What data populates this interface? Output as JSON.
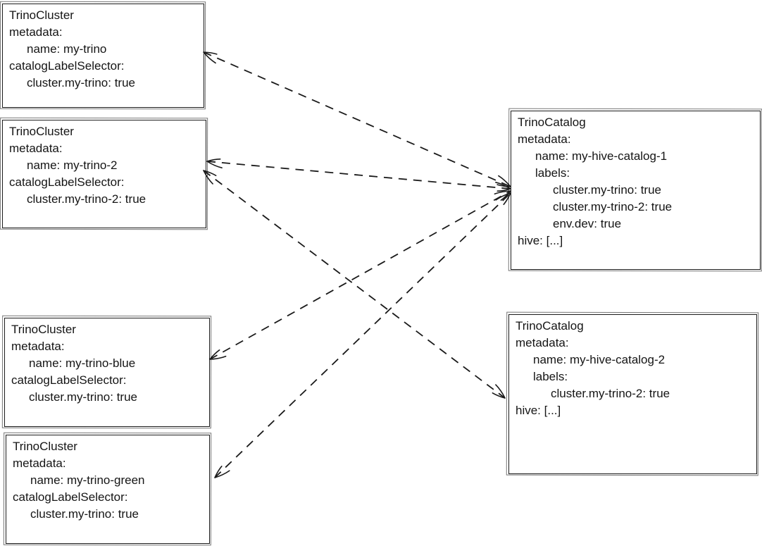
{
  "diagram": {
    "colors": {
      "background": "#ffffff",
      "ink": "#1a1a1a"
    },
    "boxes": [
      {
        "id": "cluster-my-trino",
        "kind": "TrinoCluster",
        "lines": [
          {
            "t": "TrinoCluster",
            "indent": 0
          },
          {
            "t": "metadata:",
            "indent": 0
          },
          {
            "t": "name: my-trino",
            "indent": 1
          },
          {
            "t": "catalogLabelSelector:",
            "indent": 0
          },
          {
            "t": "cluster.my-trino: true",
            "indent": 1
          }
        ]
      },
      {
        "id": "cluster-my-trino-2",
        "kind": "TrinoCluster",
        "lines": [
          {
            "t": "TrinoCluster",
            "indent": 0
          },
          {
            "t": "metadata:",
            "indent": 0
          },
          {
            "t": "name: my-trino-2",
            "indent": 1
          },
          {
            "t": "catalogLabelSelector:",
            "indent": 0
          },
          {
            "t": "cluster.my-trino-2: true",
            "indent": 1
          }
        ]
      },
      {
        "id": "cluster-my-trino-blue",
        "kind": "TrinoCluster",
        "lines": [
          {
            "t": "TrinoCluster",
            "indent": 0
          },
          {
            "t": "metadata:",
            "indent": 0
          },
          {
            "t": "name: my-trino-blue",
            "indent": 1
          },
          {
            "t": "catalogLabelSelector:",
            "indent": 0
          },
          {
            "t": "cluster.my-trino: true",
            "indent": 1
          }
        ]
      },
      {
        "id": "cluster-my-trino-green",
        "kind": "TrinoCluster",
        "lines": [
          {
            "t": "TrinoCluster",
            "indent": 0
          },
          {
            "t": "metadata:",
            "indent": 0
          },
          {
            "t": "name: my-trino-green",
            "indent": 1
          },
          {
            "t": "catalogLabelSelector:",
            "indent": 0
          },
          {
            "t": "cluster.my-trino: true",
            "indent": 1
          }
        ]
      },
      {
        "id": "catalog-my-hive-catalog-1",
        "kind": "TrinoCatalog",
        "lines": [
          {
            "t": "TrinoCatalog",
            "indent": 0
          },
          {
            "t": "metadata:",
            "indent": 0
          },
          {
            "t": "name: my-hive-catalog-1",
            "indent": 1
          },
          {
            "t": "labels:",
            "indent": 1
          },
          {
            "t": "cluster.my-trino: true",
            "indent": 2
          },
          {
            "t": "cluster.my-trino-2: true",
            "indent": 2
          },
          {
            "t": "env.dev: true",
            "indent": 2
          },
          {
            "t": "hive: [...]",
            "indent": 0
          }
        ]
      },
      {
        "id": "catalog-my-hive-catalog-2",
        "kind": "TrinoCatalog",
        "lines": [
          {
            "t": "TrinoCatalog",
            "indent": 0
          },
          {
            "t": "metadata:",
            "indent": 0
          },
          {
            "t": "name: my-hive-catalog-2",
            "indent": 1
          },
          {
            "t": "labels:",
            "indent": 1
          },
          {
            "t": "cluster.my-trino-2: true",
            "indent": 2
          },
          {
            "t": "hive: [...]",
            "indent": 0
          }
        ]
      }
    ],
    "connectors": [
      {
        "from": "cluster-my-trino",
        "to": "catalog-my-hive-catalog-1",
        "style": "dashed",
        "arrows": "both"
      },
      {
        "from": "cluster-my-trino-2",
        "to": "catalog-my-hive-catalog-1",
        "style": "dashed",
        "arrows": "both"
      },
      {
        "from": "cluster-my-trino-blue",
        "to": "catalog-my-hive-catalog-1",
        "style": "dashed",
        "arrows": "both"
      },
      {
        "from": "cluster-my-trino-green",
        "to": "catalog-my-hive-catalog-1",
        "style": "dashed",
        "arrows": "both"
      },
      {
        "from": "cluster-my-trino-2",
        "to": "catalog-my-hive-catalog-2",
        "style": "dashed",
        "arrows": "both"
      }
    ]
  }
}
